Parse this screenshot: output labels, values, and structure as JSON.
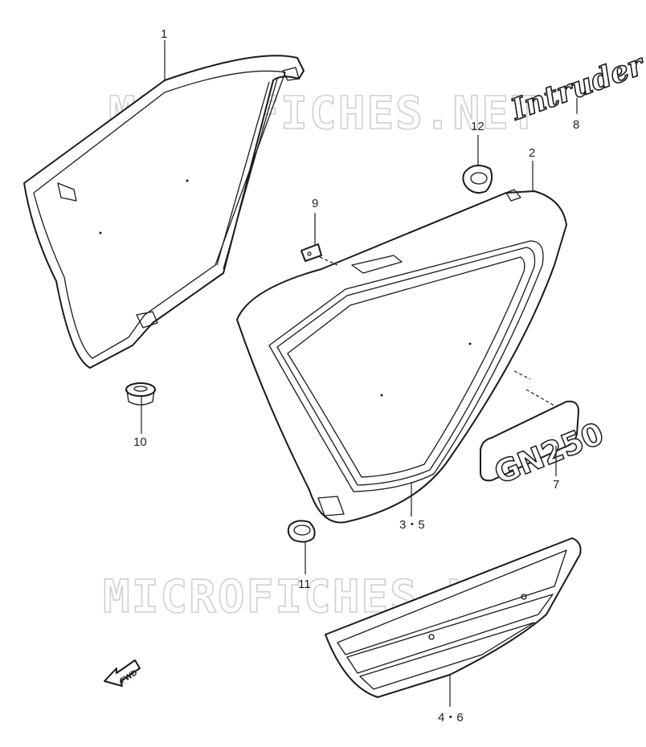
{
  "watermark": "MICROFICHES.NET",
  "callouts": {
    "c1": "1",
    "c2": "2",
    "c35": "3・5",
    "c46": "4・6",
    "c7": "7",
    "c8": "8",
    "c9": "9",
    "c10": "10",
    "c11": "11",
    "c12": "12"
  },
  "emblems": {
    "model_badge": "GN250",
    "script_badge": "Intruder"
  },
  "fwd_label": "FWD"
}
